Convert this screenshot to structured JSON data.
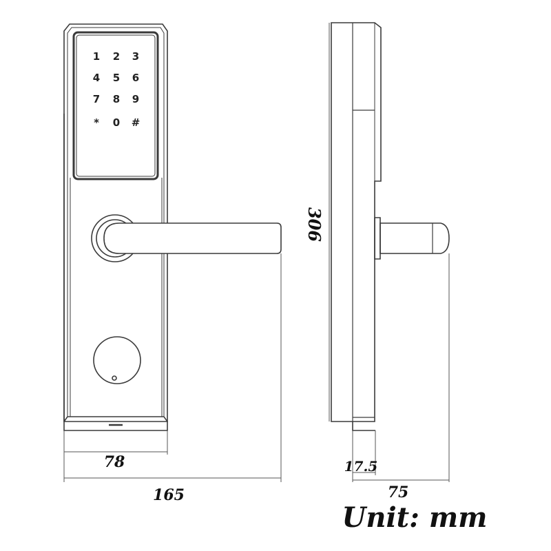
{
  "keypad": {
    "row1": [
      "1",
      "2",
      "3"
    ],
    "row2": [
      "4",
      "5",
      "6"
    ],
    "row3": [
      "7",
      "8",
      "9"
    ],
    "row4": [
      "*",
      "0",
      "#"
    ]
  },
  "dimensions": {
    "panel_width": "78",
    "total_width": "165",
    "height": "306",
    "depth_panel": "17.5",
    "depth_total": "75"
  },
  "unit_label": "Unit: mm",
  "colors": {
    "line": "#3a3a3a",
    "text": "#111111",
    "background": "#ffffff"
  }
}
